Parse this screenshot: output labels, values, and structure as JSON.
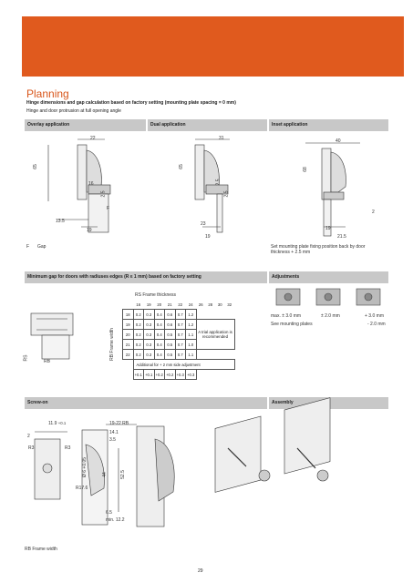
{
  "header": {
    "banner_color": "#e05a1e"
  },
  "section": {
    "title": "Planning",
    "subtitle": "Hinge dimensions and gap calculation based on factory setting (mounting plate spacing = 0 mm)",
    "note": "Hinge and door protrusion at full opening angle"
  },
  "applications": {
    "overlay": {
      "label": "Overlay application",
      "dims": [
        "22",
        "65",
        "16",
        "2.5",
        "F",
        "13.5",
        "19"
      ]
    },
    "dual": {
      "label": "Dual application",
      "dims": [
        "31",
        "65",
        "2.5",
        "2.5",
        "23",
        "19"
      ]
    },
    "inset": {
      "label": "Inset application",
      "dims": [
        "40",
        "68",
        "2",
        "19",
        "21.5"
      ]
    },
    "legend_f": "F",
    "legend_gap": "Gap",
    "inset_note": "Set mounting plate fixing position back by door thickness + 2.5 mm"
  },
  "min_gap": {
    "label": "Minimum gap for doors with radiuses edges (R ≤ 1 mm) based on factory setting",
    "rs_label": "RS",
    "rb_label": "RB",
    "rs_title": "RS Frame thickness",
    "rb_title": "RB Frame width",
    "columns": [
      "16",
      "19",
      "20",
      "21",
      "22",
      "24",
      "26",
      "28",
      "30",
      "32"
    ],
    "rows": [
      {
        "rb": "18",
        "vals": [
          "0.2",
          "0.3",
          "0.4",
          "0.6",
          "0.7",
          "1.2"
        ]
      },
      {
        "rb": "19",
        "vals": [
          "0.2",
          "0.3",
          "0.4",
          "0.6",
          "0.7",
          "1.2"
        ]
      },
      {
        "rb": "20",
        "vals": [
          "0.2",
          "0.3",
          "0.4",
          "0.5",
          "0.7",
          "1.1"
        ]
      },
      {
        "rb": "21",
        "vals": [
          "0.2",
          "0.3",
          "0.4",
          "0.5",
          "0.7",
          "1.0"
        ]
      },
      {
        "rb": "22",
        "vals": [
          "0.2",
          "0.3",
          "0.4",
          "0.5",
          "0.7",
          "1.1"
        ]
      }
    ],
    "trial_note": "A trial application is recommended",
    "additional": "Additional for + 2 mm side adjustment",
    "increments": [
      "+0.1",
      "+0.1",
      "+0.2",
      "+0.2",
      "+0.3",
      "+0.3"
    ]
  },
  "adjustments": {
    "label": "Adjustments",
    "values": [
      "max. ± 3.0 mm",
      "± 2.0 mm",
      "+ 3.0 mm"
    ],
    "see_plates": "See mounting plates",
    "minus": "- 2.0 mm"
  },
  "screw_on": {
    "label": "Screw-on",
    "dims": [
      "11.9",
      "+0.1",
      "2",
      "R3",
      "R3",
      "Ø 6 +0.05",
      "R17.6",
      "19-22 RB",
      "14.1",
      "3.5",
      "44",
      "52.5",
      "6.5",
      "min. 12.2"
    ]
  },
  "assembly": {
    "label": "Assembly"
  },
  "footer": {
    "rb_legend": "RB  Frame width",
    "page": "29"
  }
}
